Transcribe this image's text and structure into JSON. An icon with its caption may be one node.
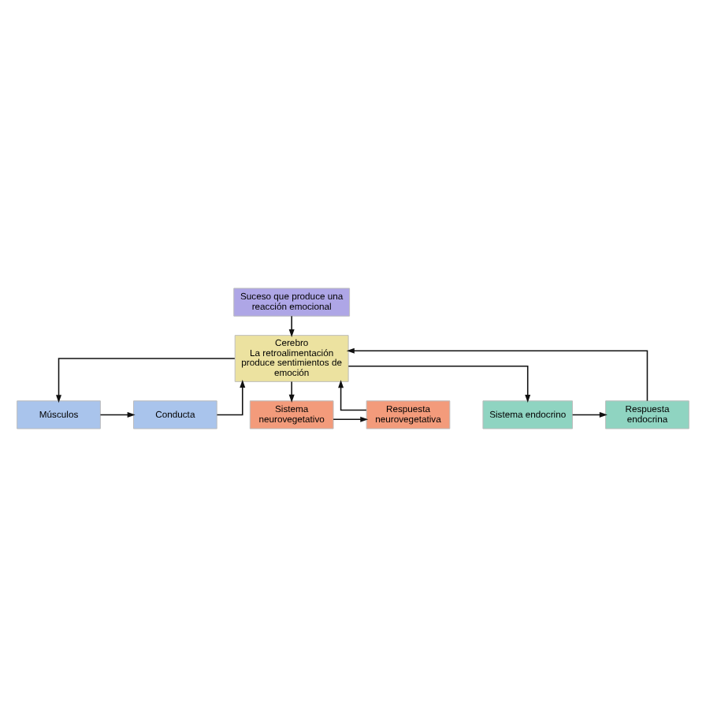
{
  "diagram": {
    "nodes": [
      {
        "text": [
          "Suceso que produce una reacción emocional"
        ]
      },
      {
        "text": [
          "Cerebro",
          "La retroalimentación produce sentimientos de emoción"
        ]
      },
      {
        "text": [
          "Músculos"
        ]
      },
      {
        "text": [
          "Conducta"
        ]
      },
      {
        "text": [
          "Sistema neurovegetativo"
        ]
      },
      {
        "text": [
          "Respuesta neurovegetativa"
        ]
      },
      {
        "text": [
          "Sistema endocrino"
        ]
      },
      {
        "text": [
          "Respuesta endocrina"
        ]
      }
    ],
    "edges": [
      {
        "from": 0,
        "to": 1,
        "arrow": "to"
      },
      {
        "from": 1,
        "to": 2,
        "arrow": "to"
      },
      {
        "from": 1,
        "to": 4,
        "arrow": "to"
      },
      {
        "from": 1,
        "to": 6,
        "arrow": "to"
      },
      {
        "from": 2,
        "to": 3,
        "arrow": "to"
      },
      {
        "from": 4,
        "to": 5,
        "arrow": "to"
      },
      {
        "from": 6,
        "to": 7,
        "arrow": "to"
      },
      {
        "from": 3,
        "to": 1,
        "arrow": "to"
      },
      {
        "from": 5,
        "to": 1,
        "arrow": "to"
      },
      {
        "from": 7,
        "to": 1,
        "arrow": "to"
      }
    ]
  }
}
